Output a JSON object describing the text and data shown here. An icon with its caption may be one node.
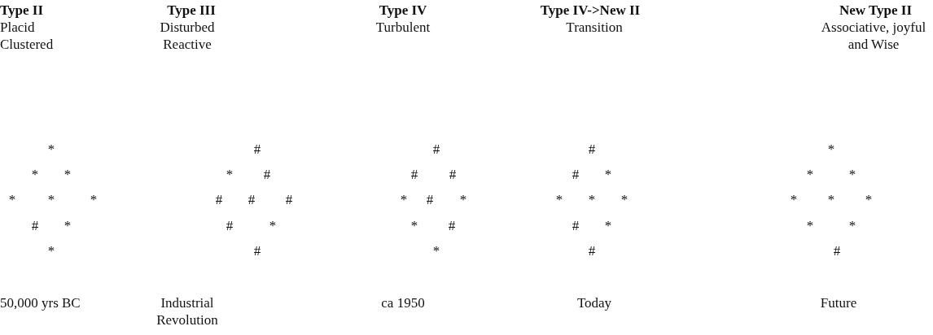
{
  "diagram": {
    "labels": [
      "Type II",
      "Type III",
      "Type IV",
      "Type IV->New II",
      "New Type II",
      "Placid Clustered",
      "Disturbed Reactive",
      "Turbulent",
      "Transition",
      "Associative, joyful and Wise",
      "*",
      "#",
      "#",
      "#",
      "*",
      "*",
      "*",
      "*",
      "#",
      "#",
      "#",
      "#",
      "*",
      "*",
      "*",
      "*",
      "*",
      "*",
      "#",
      "#",
      "#",
      "*",
      "#",
      "*",
      "*",
      "*",
      "*",
      "*",
      "*",
      "*",
      "#",
      "*",
      "#",
      "*",
      "*",
      "#",
      "#",
      "*",
      "*",
      "*",
      "*",
      "#",
      "*",
      "#",
      "#",
      "50,000 yrs BC",
      "Industrial Revolution",
      "ca 1950",
      "Today",
      "Future"
    ]
  }
}
